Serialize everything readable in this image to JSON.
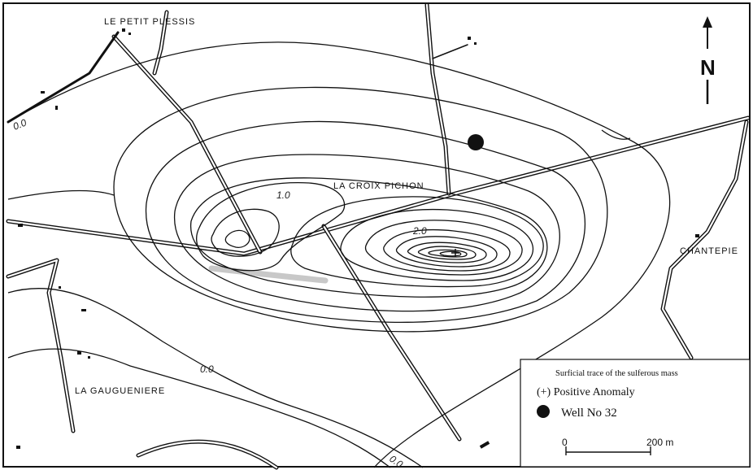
{
  "places": {
    "le_petit_plessis": "LE PETIT PLESSIS",
    "la_croix_pichon": "LA CROIX PICHON",
    "chantepie": "CHANTEPIE",
    "la_gauguenière": "LA GAUGUENIERE"
  },
  "contour_labels": {
    "zero_nw": "0.0",
    "one": "1.0",
    "two": "2.0",
    "zero_sw": "0.0",
    "zero_s": "0.0"
  },
  "north": {
    "label": "N"
  },
  "legend": {
    "title": "Surficial trace of the sulferous mass",
    "positive": "(+) Positive Anomaly",
    "well": "Well No 32",
    "scale_start": "0",
    "scale_end": "200 m"
  },
  "colors": {
    "ink": "#111111",
    "road_fill": "#ffffff",
    "trace": "#c8c8c8"
  }
}
